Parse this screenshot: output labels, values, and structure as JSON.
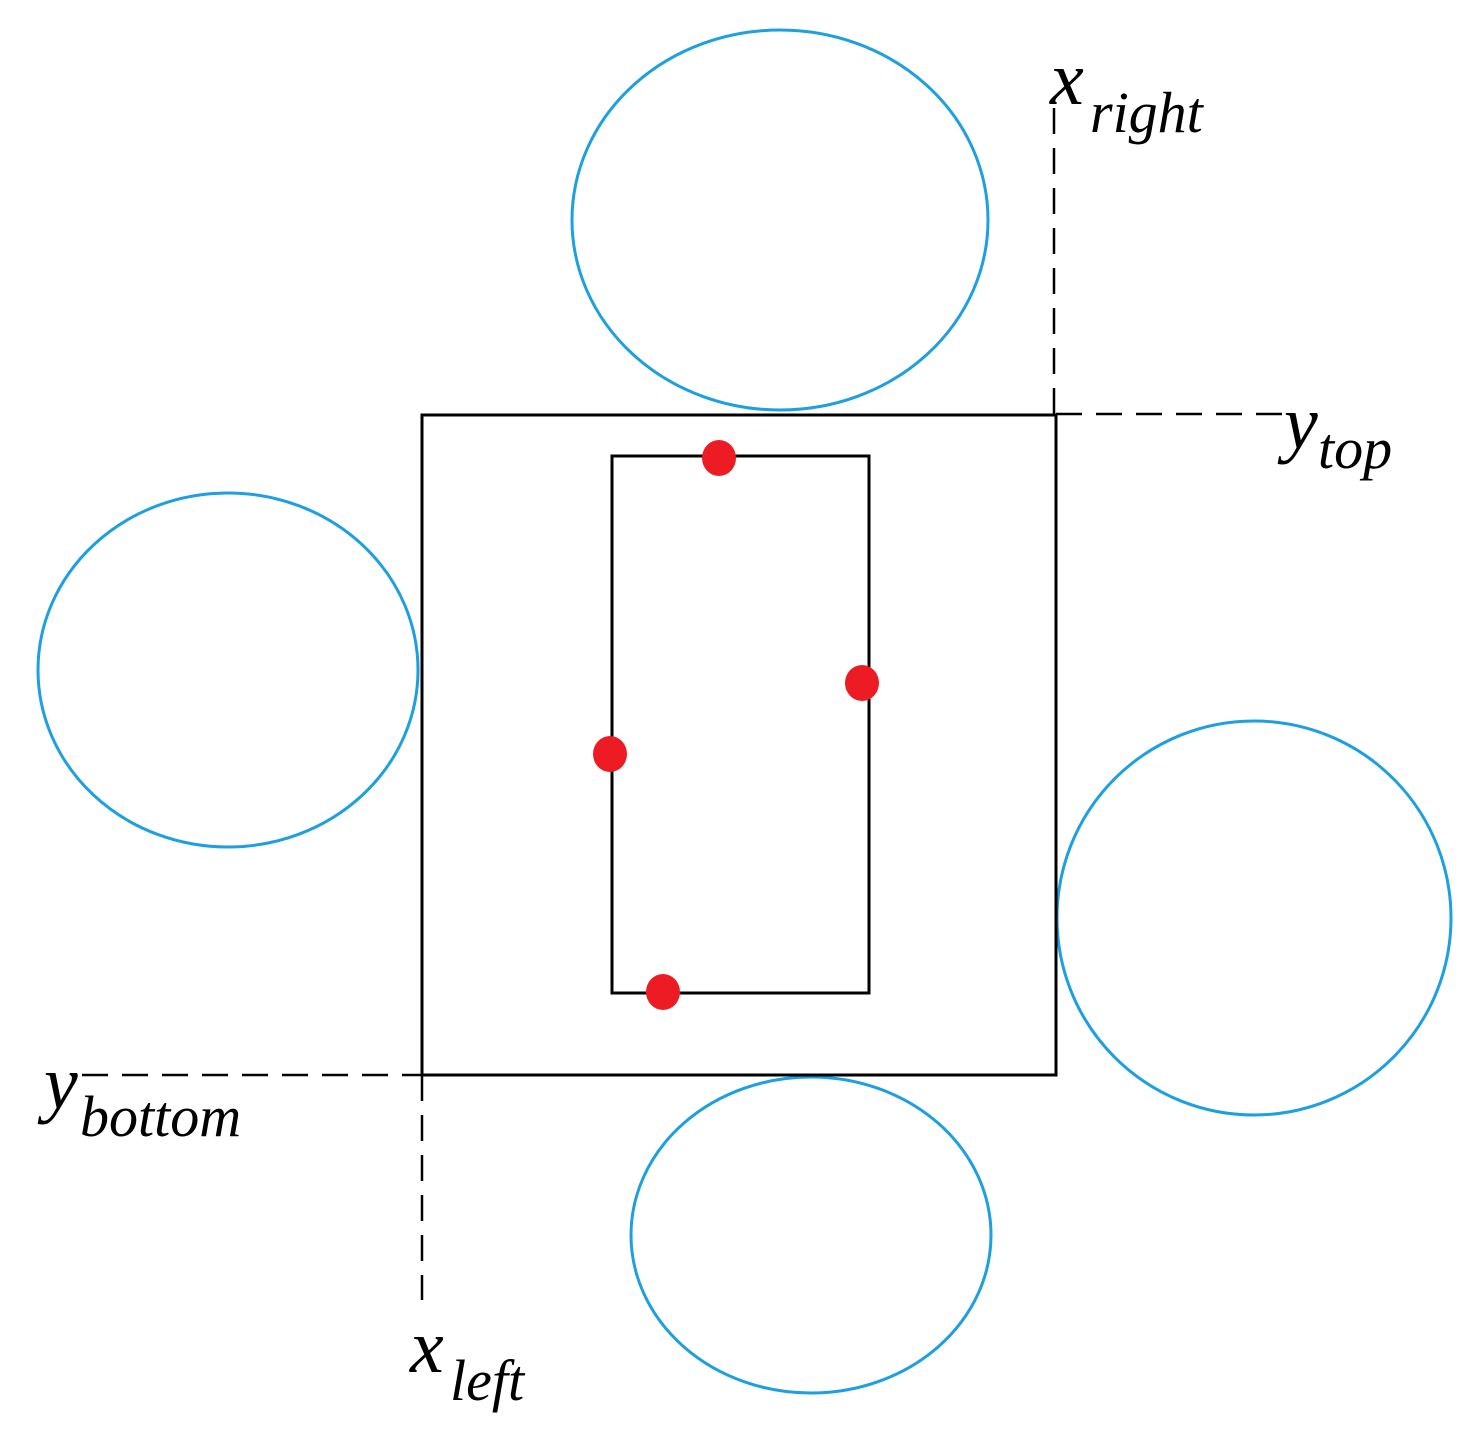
{
  "colors": {
    "circle_stroke": "#1e9fe0",
    "rect_stroke": "#000000",
    "point_fill": "#ed1c24",
    "guide_stroke": "#000000"
  },
  "labels": {
    "x_right": {
      "main": "x",
      "sub": "right"
    },
    "y_top": {
      "main": "y",
      "sub": "top"
    },
    "y_bottom": {
      "main": "y",
      "sub": "bottom"
    },
    "x_left": {
      "main": "x",
      "sub": "left"
    }
  }
}
